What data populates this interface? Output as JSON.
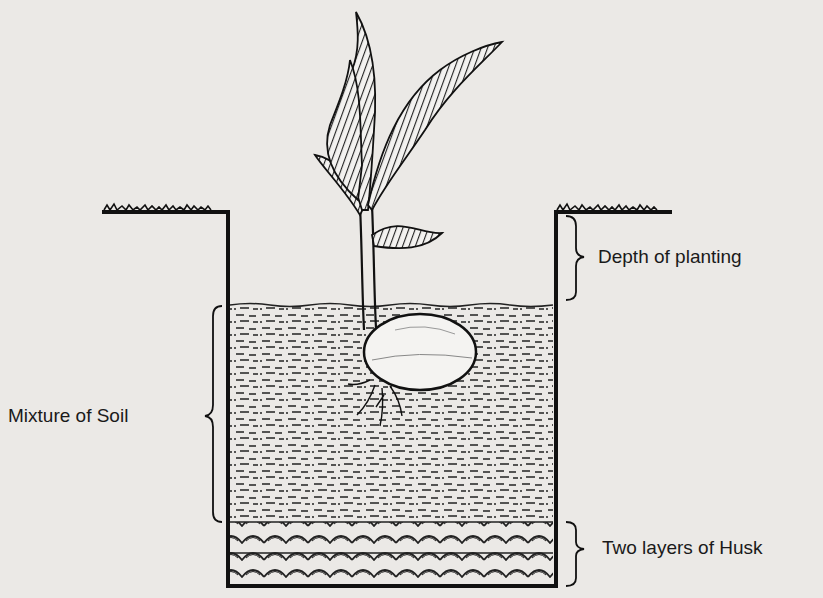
{
  "diagram": {
    "labels": [
      "Mixture of Soil",
      "Depth of planting",
      "Two layers of Husk"
    ]
  }
}
